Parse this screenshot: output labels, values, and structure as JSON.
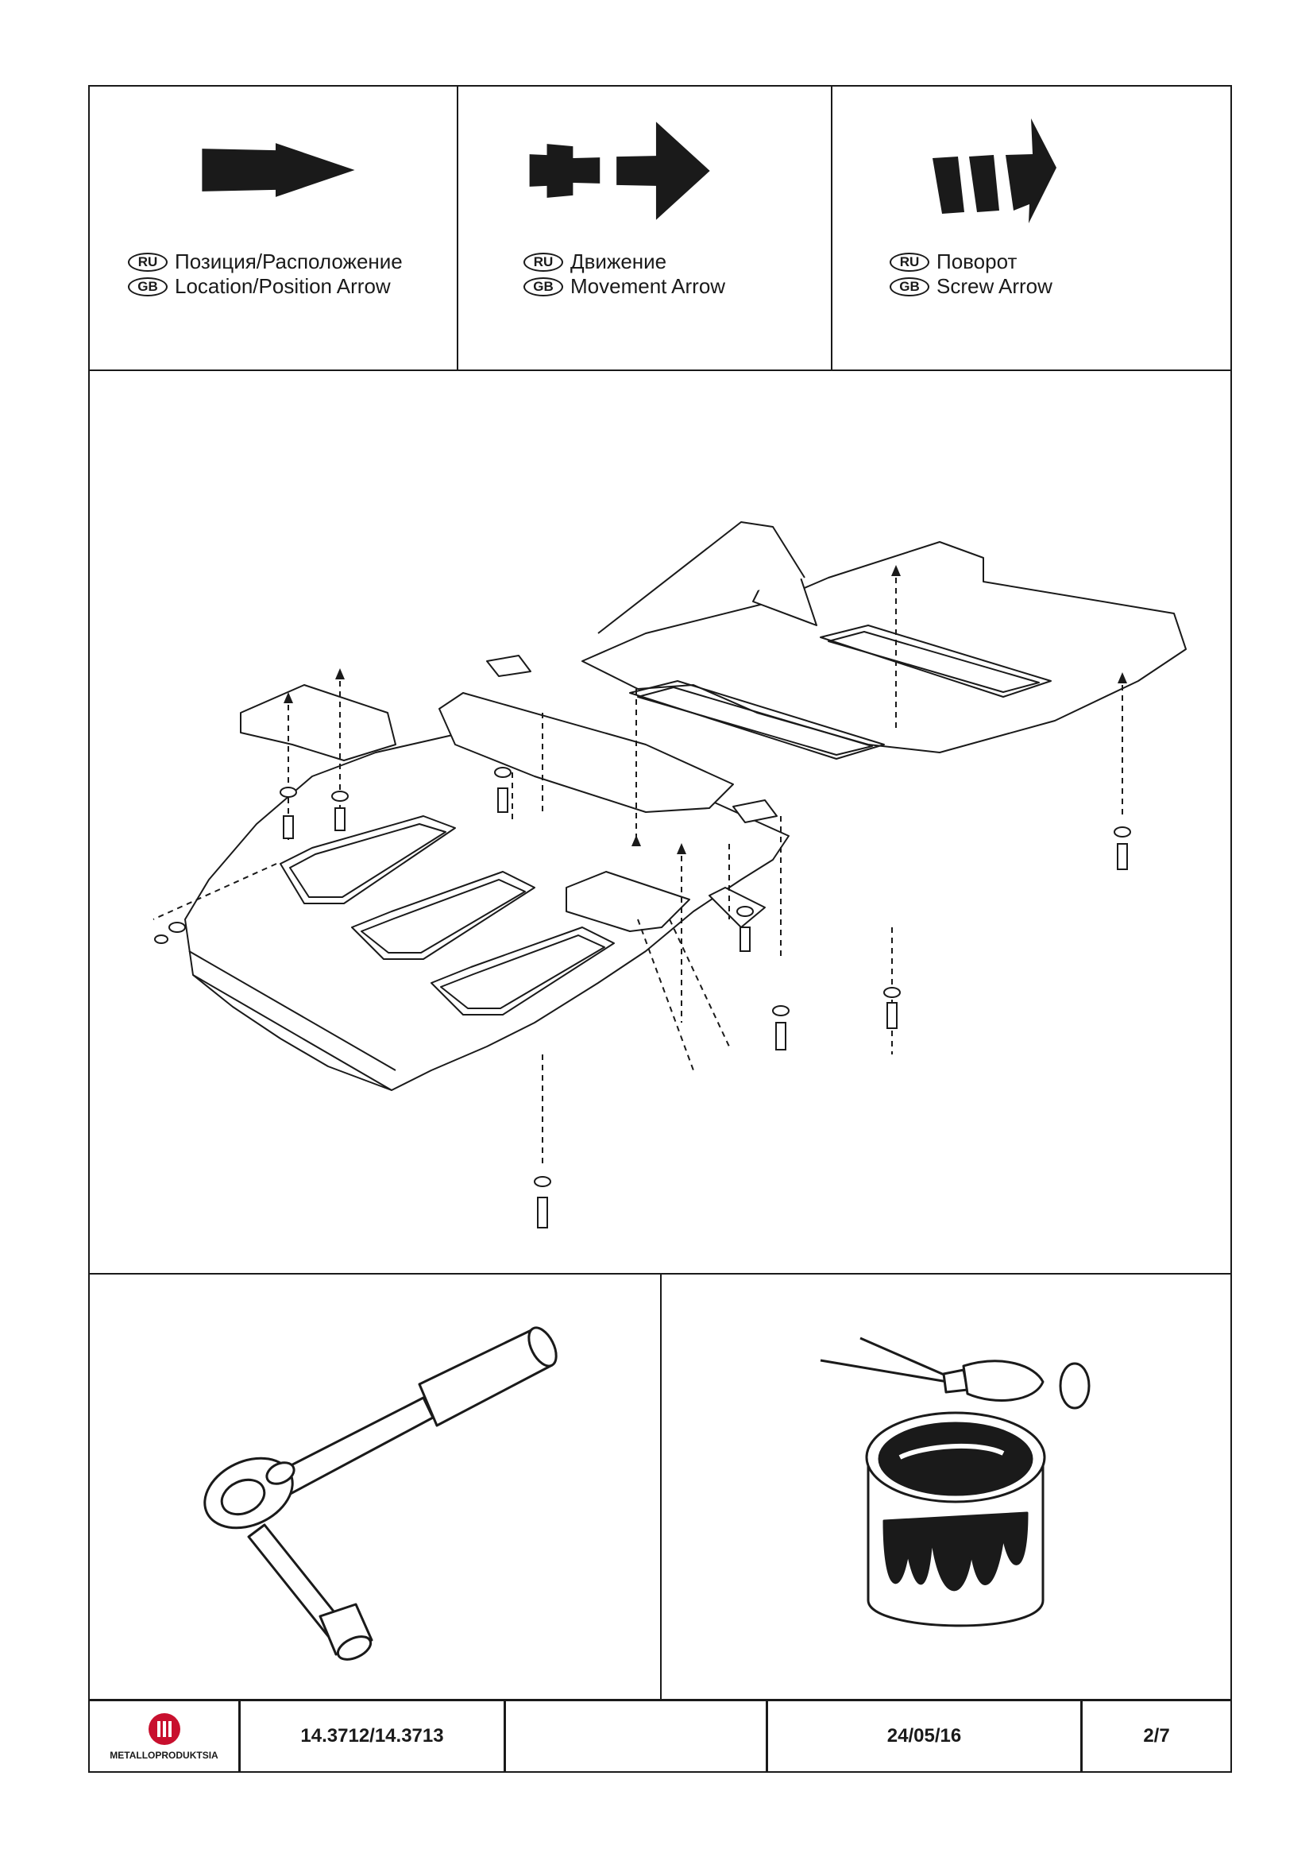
{
  "legend": [
    {
      "icon": "solid-arrow-icon",
      "ru_badge": "RU",
      "gb_badge": "GB",
      "ru_text": "Позиция/Расположение",
      "gb_text": "Location/Position Arrow"
    },
    {
      "icon": "dashed-arrow-icon",
      "ru_badge": "RU",
      "gb_badge": "GB",
      "ru_text": "Движение",
      "gb_text": "Movement Arrow"
    },
    {
      "icon": "curved-arrow-icon",
      "ru_badge": "RU",
      "gb_badge": "GB",
      "ru_text": "Поворот",
      "gb_text": "Screw Arrow"
    }
  ],
  "footer": {
    "logo_text": "METALLOPRODUKTSIA",
    "part_number": "14.3712/14.3713",
    "empty": "",
    "date": "24/05/16",
    "page": "2/7"
  },
  "colors": {
    "ink": "#1a1a1a",
    "logo_red": "#c8102e"
  }
}
